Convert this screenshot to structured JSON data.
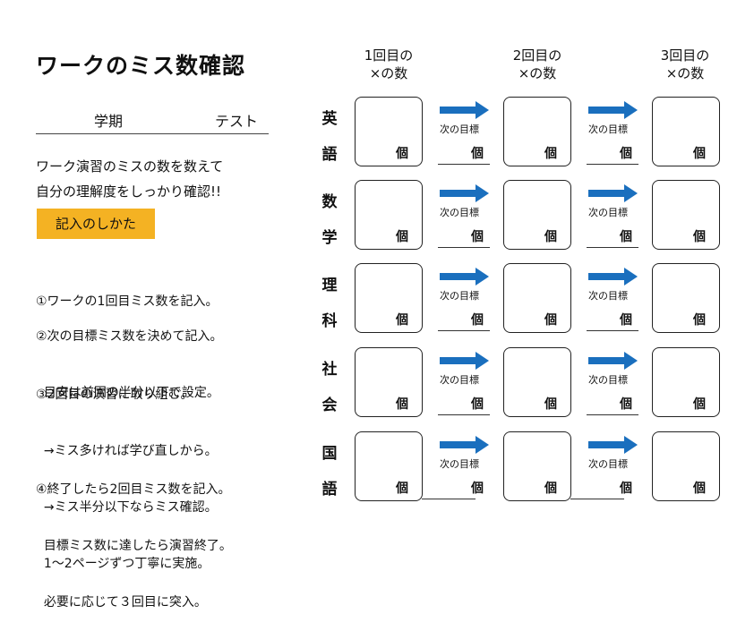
{
  "title": "ワークのミス数確認",
  "term_label": "学期",
  "test_label": "テスト",
  "intro": [
    "ワーク演習のミスの数を数えて",
    "自分の理解度をしっかり確認!!"
  ],
  "howto_label": "記入のしかた",
  "steps": [
    [
      "①ワークの1回目ミス数を記入。"
    ],
    [
      "②次の目標ミス数を決めて記入。",
      "  目安は前回の半分以下で設定。"
    ],
    [
      "③2回目の演習に取り組む。",
      "  →ミス多ければ学び直しから。",
      "  →ミス半分以下ならミス確認。",
      "  1～2ページずつ丁寧に実施。"
    ],
    [
      "④終了したら2回目ミス数を記入。",
      "  目標ミス数に達したら演習終了。",
      "  必要に応じて３回目に突入。"
    ]
  ],
  "columns": [
    {
      "line1": "1回目の",
      "line2": "×の数"
    },
    {
      "line1": "2回目の",
      "line2": "×の数"
    },
    {
      "line1": "3回目の",
      "line2": "×の数"
    }
  ],
  "subjects": [
    {
      "chars": [
        "英",
        "語"
      ]
    },
    {
      "chars": [
        "数",
        "学"
      ]
    },
    {
      "chars": [
        "理",
        "科"
      ]
    },
    {
      "chars": [
        "社",
        "会"
      ]
    },
    {
      "chars": [
        "国",
        "語"
      ]
    }
  ],
  "unit": "個",
  "next_target_label": "次の目標",
  "colors": {
    "arrow": "#1a6fbe",
    "badge": "#f4b223"
  }
}
